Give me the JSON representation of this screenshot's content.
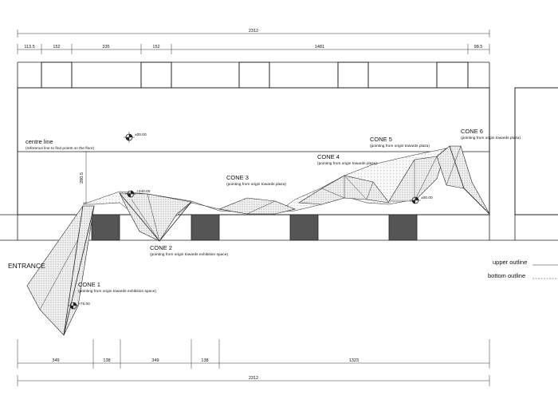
{
  "dimensions": {
    "top_total": "2312",
    "top_segments": [
      "113.5",
      "152",
      "335",
      "152",
      "1481",
      "98.5"
    ],
    "bottom_segments": [
      "349",
      "138",
      "349",
      "138",
      "1323"
    ],
    "bottom_total": "2312",
    "vertical": "280.5"
  },
  "labels": {
    "centre_line": "centre line",
    "centre_line_note": "(reference line to find points on the floor)",
    "entrance": "ENTRANCE",
    "upper_outline": "upper outline",
    "bottom_outline": "bottom outline"
  },
  "markers": {
    "m_origin": "±00.00",
    "m_cone2": "+340.00",
    "m_cone1": "+75.00",
    "m_cone5": "±00.00"
  },
  "cones": [
    {
      "name": "CONE 1",
      "note": "(pointing from origin towards exhibition space)"
    },
    {
      "name": "CONE 2",
      "note": "(pointing from origin towards exhibition space)"
    },
    {
      "name": "CONE 3",
      "note": "(pointing from origin towards plaza)"
    },
    {
      "name": "CONE 4",
      "note": "(pointing from origin towards plaza)"
    },
    {
      "name": "CONE 5",
      "note": "(pointing from origin towards plaza)"
    },
    {
      "name": "CONE 6",
      "note": "(pointing from origin towards plaza)"
    }
  ]
}
